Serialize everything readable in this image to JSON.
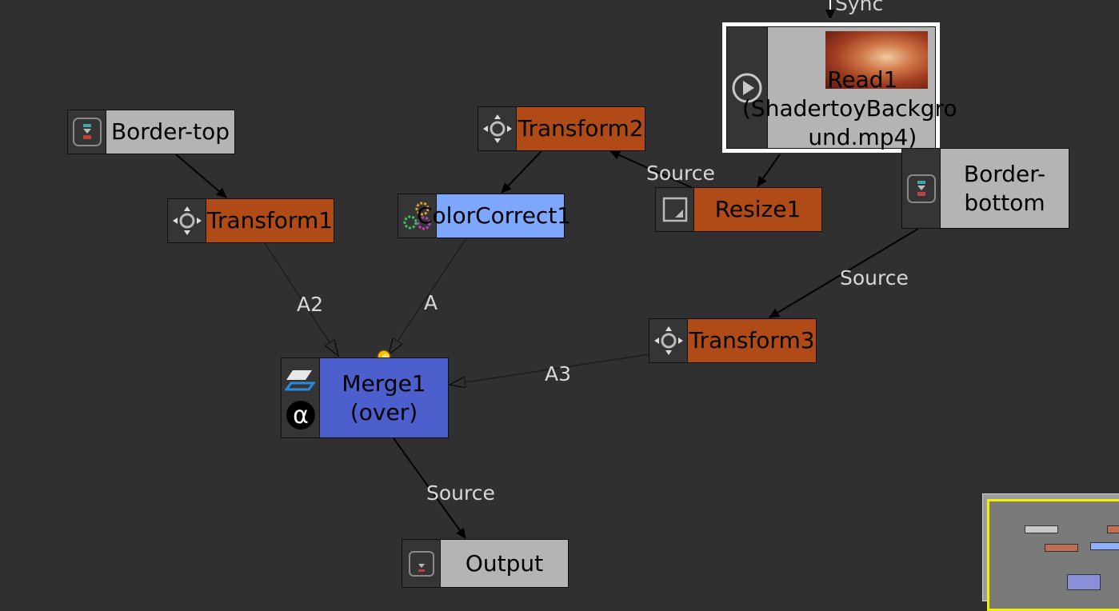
{
  "nodes": {
    "border_top": {
      "label": "Border-top",
      "icon": "dissolve-icon",
      "color": "#b4b4b4"
    },
    "transform1": {
      "label": "Transform1",
      "icon": "transform-icon",
      "color": "#b04a16"
    },
    "transform2": {
      "label": "Transform2",
      "icon": "transform-icon",
      "color": "#b04a16"
    },
    "colorcorrect1": {
      "label": "ColorCorrect1",
      "icon": "color-wheels-icon",
      "color": "#7ea7ff"
    },
    "read1": {
      "label_line1": "Read1",
      "label_line2": "(ShadertoyBackgro",
      "label_line3": "und.mp4)",
      "icon": "play-icon",
      "color": "#b4b4b4"
    },
    "resize1": {
      "label": "Resize1",
      "icon": "resize-icon",
      "color": "#b04a16"
    },
    "border_bottom": {
      "label_line1": "Border-",
      "label_line2": "bottom",
      "icon": "dissolve-icon",
      "color": "#b4b4b4"
    },
    "transform3": {
      "label": "Transform3",
      "icon": "transform-icon",
      "color": "#b04a16"
    },
    "merge1": {
      "label_line1": "Merge1",
      "label_line2": "(over)",
      "icon": "merge-icon",
      "color": "#4c5fcc"
    },
    "output": {
      "label": "Output",
      "icon": "output-icon",
      "color": "#b4b4b4"
    }
  },
  "edges": {
    "sync_label": "Sync",
    "a2": "A2",
    "a": "A",
    "a3": "A3",
    "source_resize": "Source",
    "source_border_bottom": "Source",
    "source_output": "Source"
  },
  "colors": {
    "background": "#303030",
    "edge": "#000000",
    "selection": "#ffffff",
    "minimap_border": "#f0f000"
  }
}
